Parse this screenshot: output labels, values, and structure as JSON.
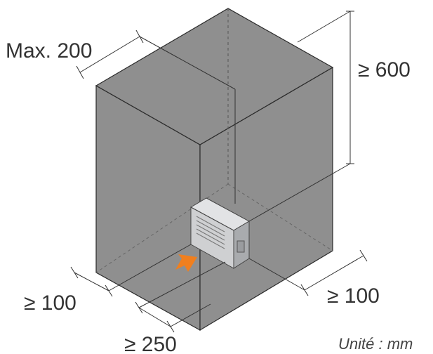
{
  "colors": {
    "wall_face": "#8f8f8f",
    "wall_edge": "#2b2b2b",
    "dim_line": "#333333",
    "arrow": "#f07f1e",
    "unit_body": "#cfd0d2",
    "unit_shade": "#a9abae",
    "text": "#333333"
  },
  "labels": {
    "top_depth": "Max. 200",
    "height": "≥ 600",
    "left_side": "≥ 100",
    "right_side": "≥ 100",
    "front": "≥ 250",
    "unit_note": "Unité : mm"
  },
  "icons": {
    "airflow": "orange-arrow-icon",
    "outdoor_unit": "ac-outdoor-unit-icon"
  }
}
